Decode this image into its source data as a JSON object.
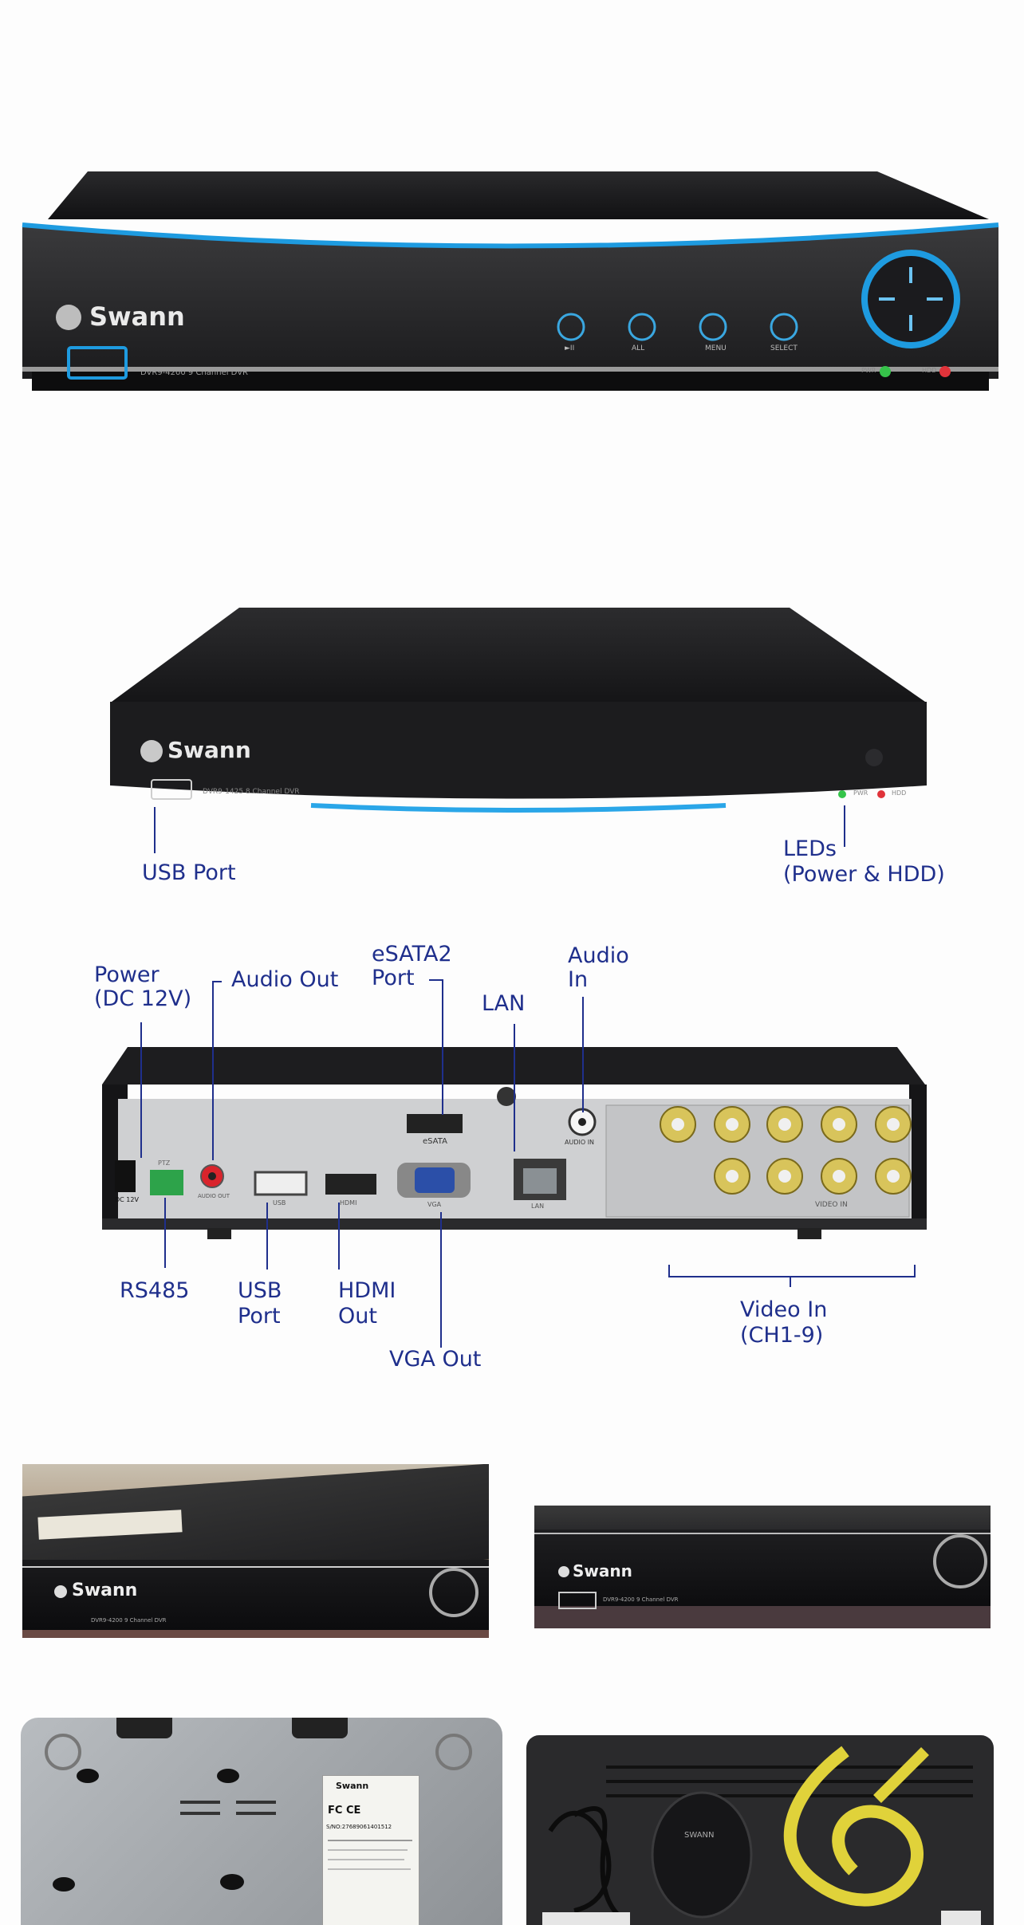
{
  "front_top": {
    "brand": "Swann",
    "model_text": "DVR9-4200 9 Channel DVR",
    "button_labels": [
      "►II",
      "ALL",
      "MENU",
      "SELECT"
    ],
    "led_labels": [
      "PWR",
      "HDD"
    ]
  },
  "front_mid": {
    "brand": "Swann",
    "model_text": "DVR9-1425 8 Channel DVR",
    "led_labels": [
      "PWR",
      "HDD"
    ],
    "labels": {
      "usb_port": "USB Port",
      "leds_line1": "LEDs",
      "leds_line2": "(Power & HDD)"
    }
  },
  "rear": {
    "labels": {
      "power_line1": "Power",
      "power_line2": "(DC  12V)",
      "audio_out": "Audio Out",
      "esata_line1": "eSATA2",
      "esata_line2": "Port",
      "lan": "LAN",
      "audio_in_line1": "Audio",
      "audio_in_line2": "In",
      "rs485": "RS485",
      "usb_line1": "USB",
      "usb_line2": "Port",
      "hdmi_line1": "HDMI",
      "hdmi_line2": "Out",
      "vga_out": "VGA Out",
      "video_line1": "Video In",
      "video_line2": "(CH1-9)"
    },
    "panel_text": {
      "esata": "eSATA",
      "audio_in": "AUDIO IN",
      "dc": "DC 12V",
      "ptz": "PTZ",
      "audio_out": "AUDIO OUT",
      "usb": "USB",
      "hdmi": "HDMI",
      "vga": "VGA",
      "lan": "LAN",
      "video_in": "VIDEO   IN"
    }
  },
  "photos": {
    "photo1_brand": "Swann",
    "photo1_model": "DVR9-4200 9 Channel DVR",
    "photo2_brand": "Swann",
    "photo2_model": "DVR9-4200 9 Channel DVR",
    "photo3_label_brand": "Swann",
    "photo3_fcc": "FC CE",
    "photo3_serial": "S/NO:27689061401512",
    "photo4_mouse_brand": "SWANN"
  }
}
